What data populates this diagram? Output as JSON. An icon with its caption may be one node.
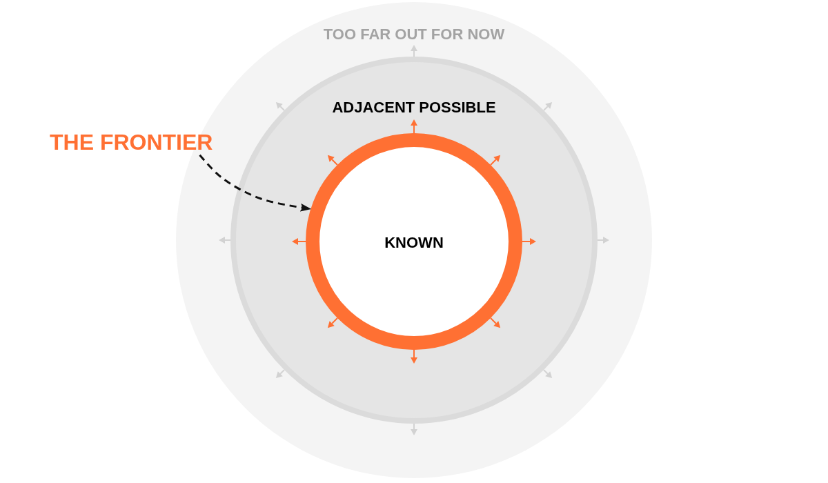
{
  "diagram": {
    "nodes": [
      {
        "text": [
          "TOO FAR OUT FOR NOW"
        ]
      },
      {
        "text": [
          "ADJACENT POSSIBLE"
        ],
        "in": 0
      },
      {
        "text": [
          "THE FRONTIER"
        ]
      },
      {
        "text": [
          "KNOWN"
        ],
        "in": 1
      }
    ],
    "edges": [
      {
        "from": 2,
        "to": 3,
        "arrow": "to",
        "style": "dashed"
      }
    ]
  }
}
